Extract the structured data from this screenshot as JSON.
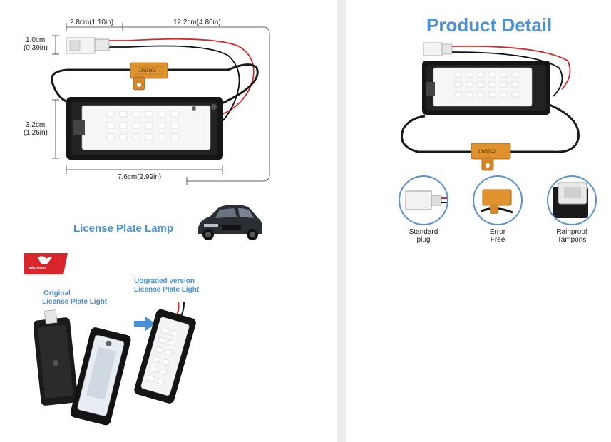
{
  "left_panel": {
    "dimensions": {
      "plug_width": "2.8cm(1.10in)",
      "cable_length": "12.2cm(4.80in)",
      "plug_height_cm": "1.0cm",
      "plug_height_in": "(0.39in)",
      "lamp_height_cm": "3.2cm",
      "lamp_height_in": "(1.26in)",
      "lamp_width": "7.6cm(2.99in)"
    },
    "resistor_label": "20W39ΩJ",
    "section_title": "License Plate Lamp",
    "brand_logo": "WinPower",
    "original_label_line1": "Original",
    "original_label_line2": "License Plate Light",
    "upgraded_label_line1": "Upgraded version",
    "upgraded_label_line2": "License Plate Light"
  },
  "right_panel": {
    "title": "Product Detail",
    "resistor_label": "20W39ΩJ",
    "features": [
      {
        "label_line1": "Standard",
        "label_line2": "plug",
        "icon": "plug-icon"
      },
      {
        "label_line1": "Error",
        "label_line2": "Free",
        "icon": "resistor-icon"
      },
      {
        "label_line1": "Rainproof",
        "label_line2": "Tampons",
        "icon": "gasket-icon"
      }
    ]
  },
  "colors": {
    "accent_blue": "#4a90d9",
    "resistor_orange": "#e0922e",
    "wire_red": "#d42a2a",
    "brand_red": "#d8262c"
  }
}
